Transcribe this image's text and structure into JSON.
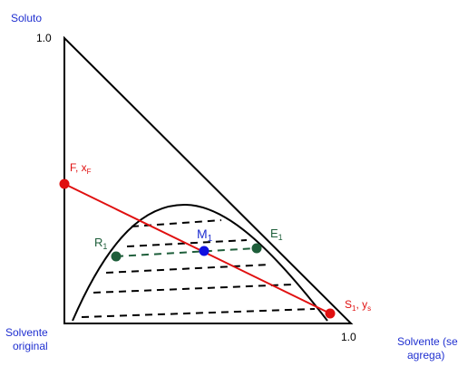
{
  "labels": {
    "solute_axis": "Soluto",
    "solute_max": "1.0",
    "original_solvent": [
      "Solvente",
      "original"
    ],
    "added_solvent": [
      "Solvente (se",
      "agrega)"
    ],
    "solvent_max": "1.0",
    "feed": {
      "main": "F, x",
      "sub": "F"
    },
    "solvent_point": {
      "main": "S",
      "sub1": "1",
      "mid": ", y",
      "sub2": "s"
    },
    "raffinate": {
      "main": "R",
      "sub": "1"
    },
    "extract": {
      "main": "E",
      "sub": "1"
    },
    "mixture": {
      "main": "M",
      "sub": "1"
    }
  },
  "colors": {
    "axis_label": "#1f2fd0",
    "feed_line": "#e01010",
    "tie_line": "#1e5e3a",
    "mixture_point": "#1010e0",
    "outline": "#000000"
  }
}
